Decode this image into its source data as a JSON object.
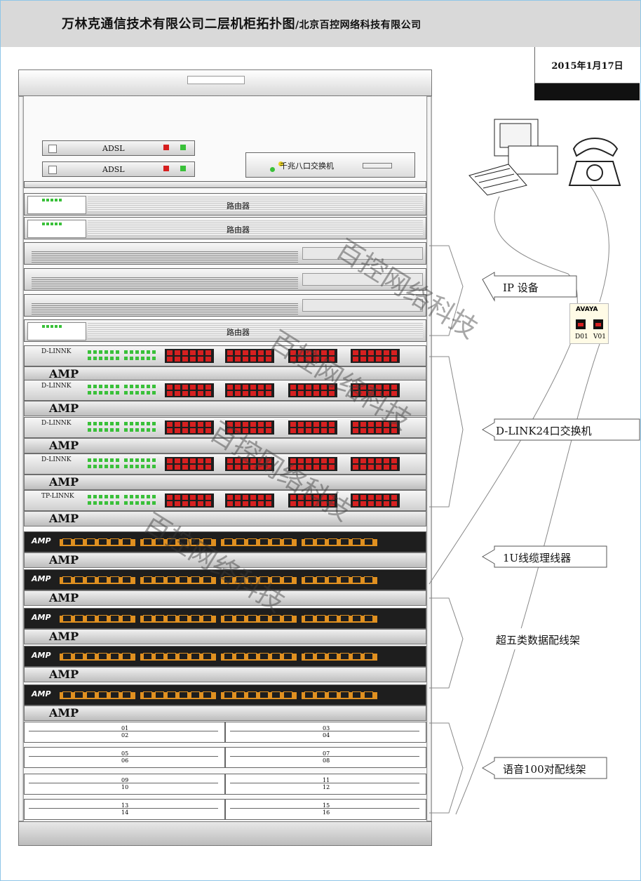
{
  "header": {
    "title": "万林克通信技术有限公司二层机柜拓扑图",
    "subtitle": "/北京百控网络科技有限公司",
    "date": "2015年1月17日"
  },
  "devices": {
    "adsl_1": "ADSL",
    "adsl_2": "ADSL",
    "gig_switch": "千兆八口交换机",
    "router_1": "路由器",
    "router_2": "路由器",
    "router_3": "路由器",
    "dlink_1": "D-LINNK",
    "dlink_2": "D-LINNK",
    "dlink_3": "D-LINNK",
    "dlink_4": "D-LINNK",
    "tplink": "TP-LINNK",
    "amp": [
      "AMP",
      "AMP",
      "AMP",
      "AMP",
      "AMP",
      "AMP",
      "AMP",
      "AMP",
      "AMP",
      "AMP"
    ],
    "amp_panel": [
      "AMP",
      "AMP",
      "AMP",
      "AMP",
      "AMP"
    ],
    "voice_ports": [
      "01",
      "02",
      "03",
      "04",
      "05",
      "06",
      "07",
      "08",
      "09",
      "10",
      "11",
      "12",
      "13",
      "14",
      "15",
      "16"
    ]
  },
  "phone_box": {
    "brand": "AVAYA",
    "port_data": "D01",
    "port_voice": "V01"
  },
  "callouts": {
    "ip_device": "IP 设备",
    "dlink_switch": "D-LINK24口交换机",
    "cable_manager": "1U线缆理线器",
    "data_patch": "超五类数据配线架",
    "voice_patch": "语音100对配线架"
  },
  "watermark": "百控网络科技",
  "colors": {
    "frame": "#8fc6e8",
    "port_red": "#d62020",
    "led_green": "#39c039",
    "panel_dark": "#1e1e1e",
    "panel_orange": "#e09020"
  }
}
